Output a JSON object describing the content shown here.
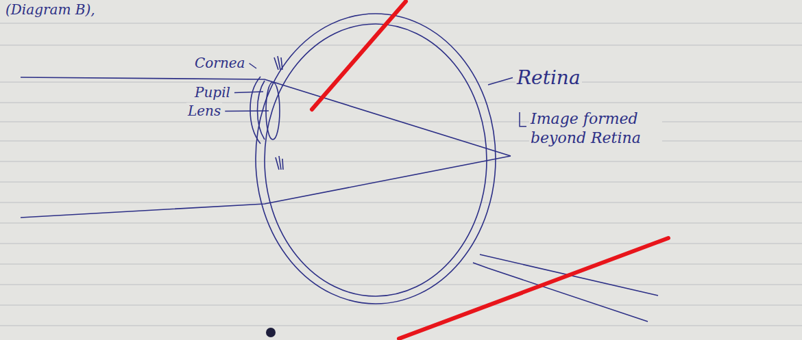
{
  "diagram": {
    "labels": [
      "(Diagram B),",
      "Cornea",
      "Pupil",
      "Lens",
      "Retina",
      "Image formed beyond Retina"
    ]
  }
}
